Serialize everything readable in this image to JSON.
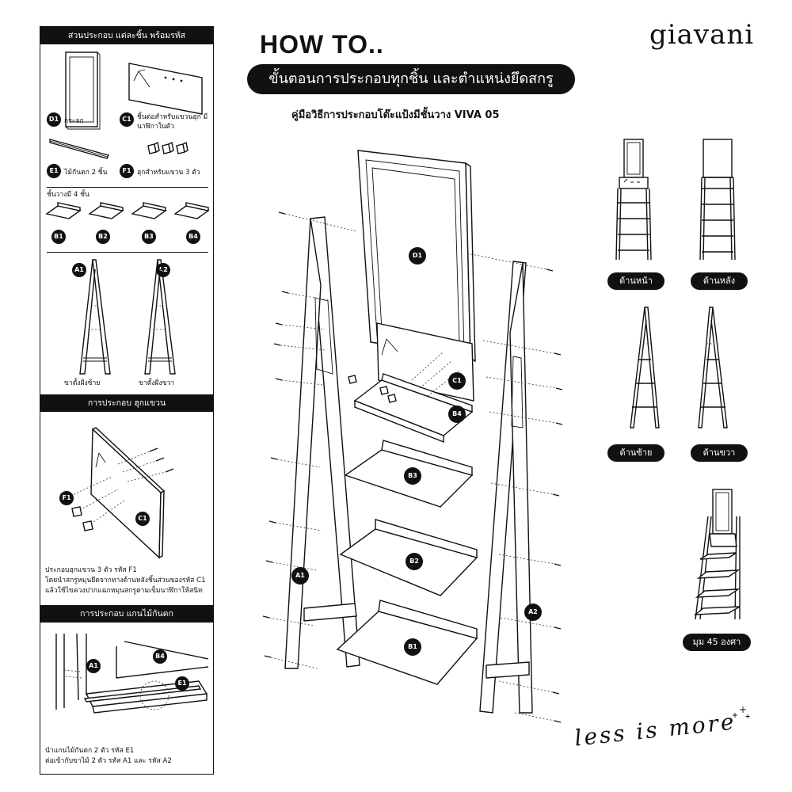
{
  "brand": "giavani",
  "slogan": "less is more",
  "header": {
    "title": "HOW TO..",
    "steps": "ขั้นตอนการประกอบทุกชิ้น และตำแหน่งยึดสกรู",
    "manual": "คู่มือวิธีการประกอบโต๊ะแป้งมีชั้นวาง VIVA 05"
  },
  "parts_section": {
    "title": "ส่วนประกอบ แต่ละชิ้น พร้อมรหัส",
    "d1": {
      "code": "D1",
      "label": "กระจก"
    },
    "c1": {
      "code": "C1",
      "label": "ชิ้นต่อสำหรับแขวนฮุก มีนาฬิกาในตัว"
    },
    "e1": {
      "code": "E1",
      "label": "ไม้กันตก 2 ชิ้น"
    },
    "f1": {
      "code": "F1",
      "label": "ฮุกสำหรับแขวน 3 ตัว"
    },
    "shelves_label": "ชั้นวางมี 4 ชั้น",
    "shelves": [
      "B1",
      "B2",
      "B3",
      "B4"
    ],
    "a1": {
      "code": "A1",
      "label": "ขาตั้งฝั่งซ้าย"
    },
    "a2": {
      "code": "A2",
      "label": "ขาตั้งฝั่งขวา"
    }
  },
  "hook_section": {
    "title": "การประกอบ ฮุกแขวน",
    "f1": "F1",
    "c1": "C1",
    "instructions": [
      "ประกอบฮุกแขวน 3 ตัว รหัส F1",
      "โดยนำสกรูหมุนยึดจากทางด้านหลังชิ้นส่วนของรหัส C1",
      "แล้วใช้ไขควงปากแฉกหมุนสกรูตามเข็มนาฬิกาให้สนิท"
    ]
  },
  "rail_section": {
    "title": "การประกอบ แกนไม้กันตก",
    "a1": "A1",
    "b4": "B4",
    "e1": "E1",
    "instructions": [
      "นำแกนไม้กันตก 2 ตัว รหัส E1",
      "ต่อเข้ากับขาไม้ 2 ตัว รหัส A1 และ รหัส A2"
    ]
  },
  "main_diagram": {
    "d1": "D1",
    "c1": "C1",
    "b4": "B4",
    "b3": "B3",
    "b2": "B2",
    "b1": "B1",
    "a1": "A1",
    "a2": "A2"
  },
  "views": {
    "front": "ด้านหน้า",
    "back": "ด้านหลัง",
    "left": "ด้านซ้าย",
    "right": "ด้านขวา",
    "angle": "มุม 45 องศา"
  },
  "colors": {
    "ink": "#111111",
    "paper": "#ffffff"
  }
}
